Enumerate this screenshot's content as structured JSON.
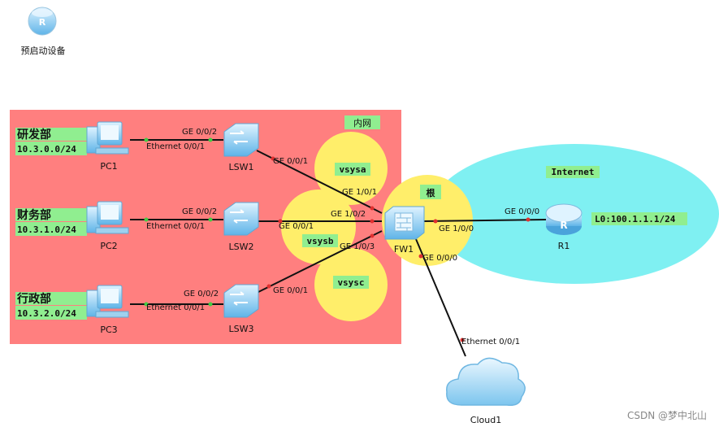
{
  "predevice": {
    "label": "预启动设备"
  },
  "zones": {
    "intranet": "内网",
    "internet": "Internet",
    "root": "根",
    "vsysa": "vsysa",
    "vsysb": "vsysb",
    "vsysc": "vsysc"
  },
  "departments": [
    {
      "name": "研发部",
      "subnet": "10.3.0.0/24"
    },
    {
      "name": "财务部",
      "subnet": "10.3.1.0/24"
    },
    {
      "name": "行政部",
      "subnet": "10.3.2.0/24"
    }
  ],
  "devices": {
    "pc1": "PC1",
    "pc2": "PC2",
    "pc3": "PC3",
    "lsw1": "LSW1",
    "lsw2": "LSW2",
    "lsw3": "LSW3",
    "fw1": "FW1",
    "r1": "R1",
    "cloud1": "Cloud1"
  },
  "ports": {
    "pc1_eth": "Ethernet 0/0/1",
    "lsw1_pc": "GE 0/0/2",
    "lsw1_up": "GE 0/0/1",
    "fw_to_lsw1": "GE 1/0/1",
    "pc2_eth": "Ethernet 0/0/1",
    "lsw2_pc": "GE 0/0/2",
    "lsw2_up": "GE 0/0/1",
    "fw_to_lsw2": "GE 1/0/2",
    "pc3_eth": "Ethernet 0/0/1",
    "lsw3_pc": "GE 0/0/2",
    "lsw3_up": "GE 0/0/1",
    "fw_to_lsw3": "GE 1/0/3",
    "fw_to_r1": "GE 1/0/0",
    "r1_port": "GE 0/0/0",
    "fw_to_cloud": "GE 0/0/0",
    "cloud_port": "Ethernet 0/0/1"
  },
  "r1_loopback": "L0:100.1.1.1/24",
  "watermark": "CSDN @梦中北山",
  "colors": {
    "intranet_fill": "#ff7f7f",
    "internet_fill": "#7ff0f2",
    "vsys_fill": "#ffee6a",
    "label_bg": "#90ee90",
    "link": "#111111",
    "port_dot_red": "#e03030",
    "port_dot_green": "#44cc44"
  }
}
